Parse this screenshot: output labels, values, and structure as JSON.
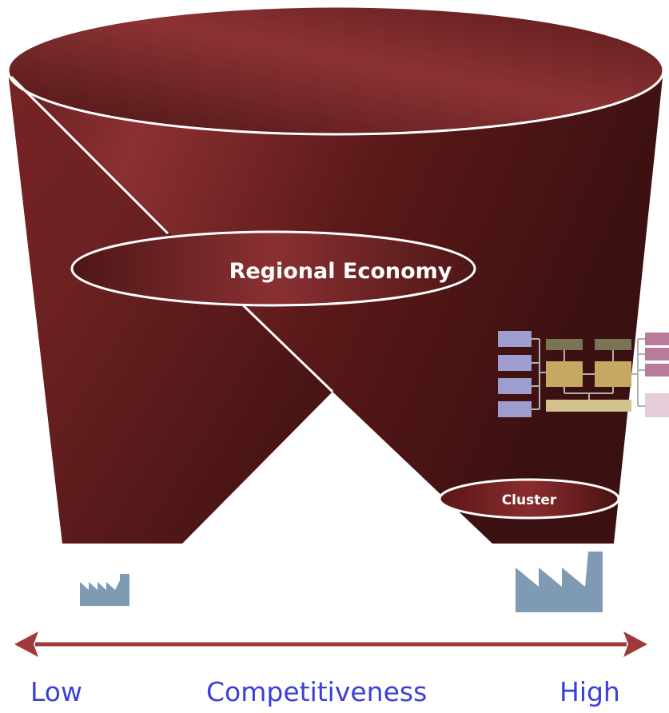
{
  "diagram": {
    "region_label": "Regional Economy",
    "cluster_label": "Cluster"
  },
  "axis": {
    "low_label": "Low",
    "title": "Competitiveness",
    "high_label": "High"
  },
  "colors": {
    "funnel_dark": "#3d1212",
    "funnel_mid": "#8a2e30",
    "arrow": "#a0393b",
    "factory": "#7f9bb3",
    "axis_text": "#3b3fd8"
  },
  "icons": [
    "factory-small-icon",
    "factory-large-icon",
    "cluster-diagram-icon",
    "double-arrow-icon"
  ]
}
